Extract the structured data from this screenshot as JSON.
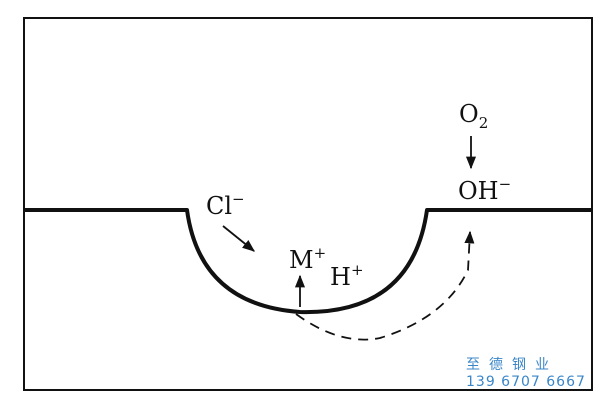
{
  "labels": {
    "chloride": {
      "base": "Cl",
      "sup": "−"
    },
    "metal_ion": {
      "base": "M",
      "sup": "+"
    },
    "hydrogen_ion": {
      "base": "H",
      "sup": "+"
    },
    "oxygen": {
      "base": "O",
      "sub": "2"
    },
    "hydroxide": {
      "base": "OH",
      "sup": "−"
    }
  },
  "watermark": {
    "line1": "至德钢业",
    "line2": "139 6707 6667"
  },
  "colors": {
    "ink": "#111111",
    "watermark": "#3a86c8"
  }
}
